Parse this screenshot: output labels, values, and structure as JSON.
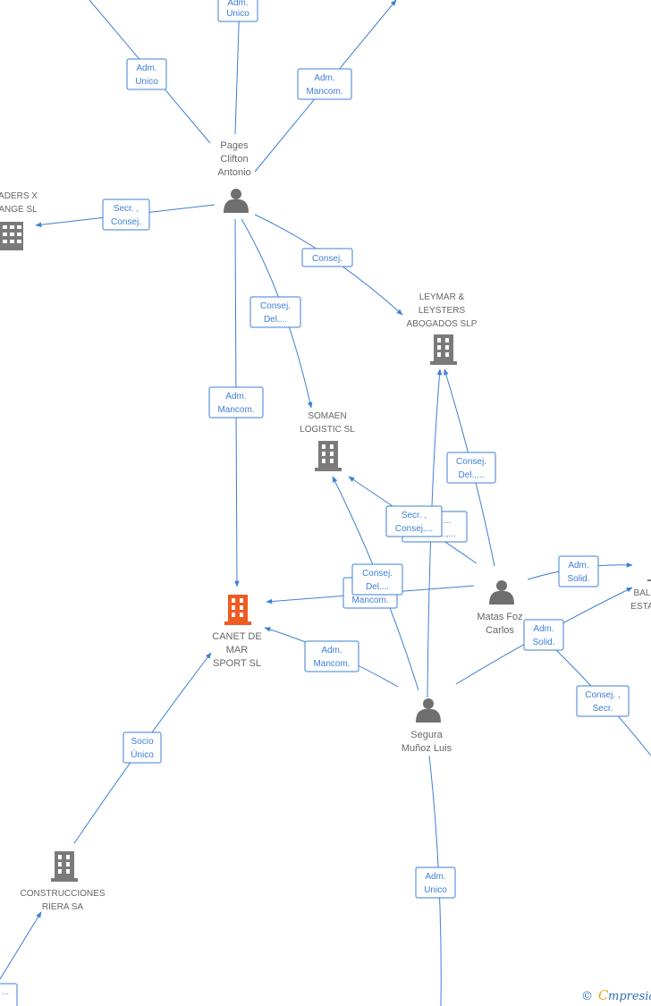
{
  "colors": {
    "edge": "#3d7fd6",
    "company": "#7a7a7a",
    "focus_company": "#f05a23",
    "person": "#6f6f6f",
    "label_text": "#3d7fd6",
    "node_text": "#666666"
  },
  "nodes": {
    "pages": {
      "type": "person",
      "lines": [
        "Pages",
        "Clifton",
        "Antonio"
      ]
    },
    "leymar": {
      "type": "company",
      "lines": [
        "LEYMAR &",
        "LEYSTERS",
        "ABOGADOS  SLP"
      ]
    },
    "somaen": {
      "type": "company",
      "lines": [
        "SOMAEN",
        "LOGISTIC SL"
      ]
    },
    "canet": {
      "type": "company-focus",
      "lines": [
        "CANET DE",
        "MAR",
        "SPORT SL"
      ]
    },
    "matas": {
      "type": "person",
      "lines": [
        "Matas Foz",
        "Carlos"
      ]
    },
    "segura": {
      "type": "person",
      "lines": [
        "Segura",
        "Muñoz Luis"
      ]
    },
    "construcciones": {
      "type": "company",
      "lines": [
        "CONSTRUCCIONES",
        "RIERA SA"
      ]
    },
    "leftco": {
      "type": "company",
      "lines": [
        "ADERS X",
        "ANGE SL"
      ]
    },
    "rightco": {
      "type": "company",
      "lines": [
        "BAL",
        "ESTA"
      ]
    }
  },
  "edge_labels": {
    "top_adm_unico": [
      "Adm.",
      "Unico"
    ],
    "adm_unico_left": [
      "Adm.",
      "Unico"
    ],
    "adm_mancom_top": [
      "Adm.",
      "Mancom."
    ],
    "secr_consej": [
      "Secr. ,",
      "Consej."
    ],
    "consej_leymar": [
      "Consej."
    ],
    "consej_del_somaen": [
      "Consej.",
      "Del...."
    ],
    "adm_mancom_canet": [
      "Adm.",
      "Mancom."
    ],
    "consej_del_leymar": [
      "Consej.",
      "Del.,..."
    ],
    "back_label": [
      "...",
      "...,..."
    ],
    "secr_consej_somaen": [
      "Secr. ,",
      "Consej...."
    ],
    "mancom_back": [
      "Mancom."
    ],
    "consej_del_canet": [
      "Consej.",
      "Del...."
    ],
    "adm_solid_right": [
      "Adm.",
      "Solid."
    ],
    "adm_solid_segura": [
      "Adm.",
      "Solid."
    ],
    "consej_secr": [
      "Consej. ,",
      "Secr."
    ],
    "adm_mancom_segura": [
      "Adm.",
      "Mancom."
    ],
    "socio_unico": [
      "Socio",
      "Único"
    ],
    "adm_unico_bottom": [
      "Adm.",
      "Unico"
    ],
    "corner_label": [
      "..."
    ]
  },
  "brand": {
    "copyright": "©",
    "e": "C",
    "rest": "mpresia"
  }
}
